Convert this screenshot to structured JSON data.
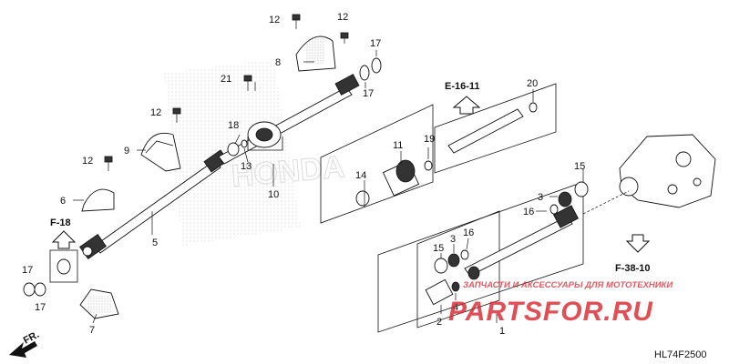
{
  "callouts": {
    "p1": "1",
    "p2": "2",
    "p3a": "3",
    "p3b": "3",
    "p4": "4",
    "p5": "5",
    "p6": "6",
    "p7": "7",
    "p8": "8",
    "p9": "9",
    "p10": "10",
    "p11": "11",
    "p12a": "12",
    "p12b": "12",
    "p12c": "12",
    "p12d": "12",
    "p13": "13",
    "p14": "14",
    "p15a": "15",
    "p15b": "15",
    "p16a": "16",
    "p16b": "16",
    "p17a": "17",
    "p17b": "17",
    "p17c": "17",
    "p17d": "17",
    "p18": "18",
    "p19": "19",
    "p20": "20",
    "p21": "21"
  },
  "references": {
    "e16": "E-16-11",
    "f18": "F-18",
    "f38": "F-38-10",
    "fr": "FR."
  },
  "watermark": {
    "text": "ЗАПЧАСТИ И АКСЕССУАРЫ ДЛЯ МОТОТЕХНИКИ",
    "brand": "PARTSFOR.RU",
    "color": "#d9232d"
  },
  "diagram_code": "HL74F2500"
}
